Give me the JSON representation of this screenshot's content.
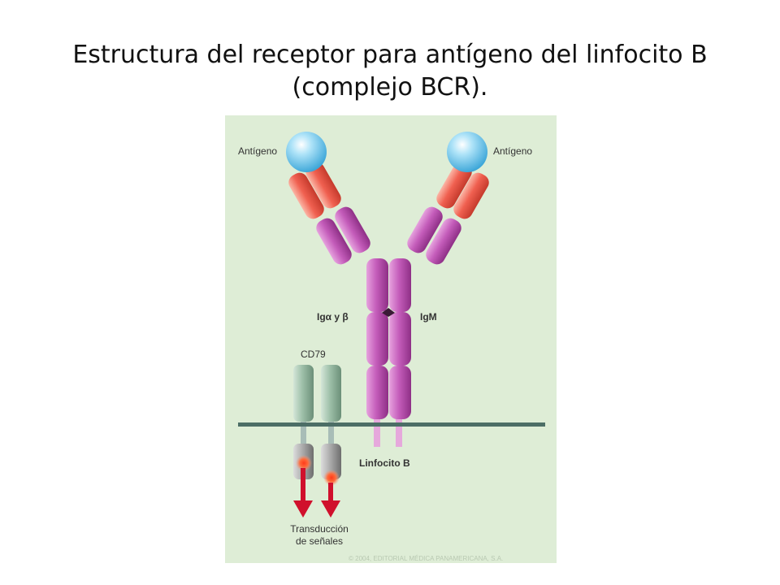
{
  "slide": {
    "title_line1": "Estructura del receptor para antígeno del linfocito B",
    "title_line2": "(complejo BCR)."
  },
  "diagram": {
    "labels": {
      "antigen_left": "Antígeno",
      "antigen_right": "Antígeno",
      "ig_alpha_beta": "Igα y β",
      "igm": "IgM",
      "cd79": "CD79",
      "b_cell": "Linfocito B",
      "signal_line1": "Transducción",
      "signal_line2": "de señales",
      "copyright": "© 2004, EDITORIAL MÉDICA PANAMERICANA, S.A."
    },
    "colors": {
      "background": "#deedd6",
      "antigen": "#7dcdf0",
      "variable_domain": "#f06050",
      "constant_domain": "#c45cba",
      "cd79": "#9dbfa8",
      "membrane": "#4c6e66",
      "signal_arrow": "#d0102c"
    }
  }
}
